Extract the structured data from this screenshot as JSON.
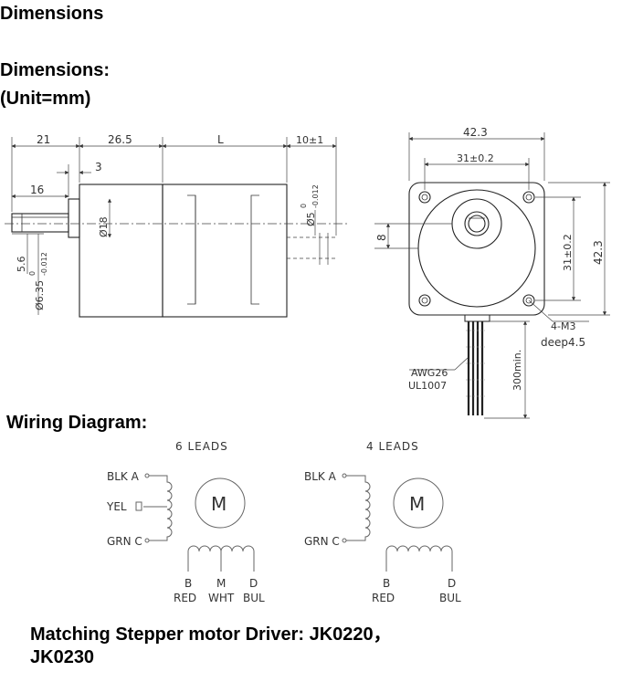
{
  "page": {
    "title": "Dimensions",
    "dimensions_heading": "Dimensions:",
    "unit_note": "(Unit=mm)",
    "wiring_heading": "Wiring Diagram:",
    "driver_line1": "Matching Stepper motor Driver: JK0220，",
    "driver_line2": "JK0230"
  },
  "side_view": {
    "dim_21": "21",
    "dim_26_5": "26.5",
    "dim_L": "L",
    "dim_10": "10±1",
    "dim_3": "3",
    "dim_16": "16",
    "dim_d18": "Ø18",
    "dim_d5": "Ø5",
    "dim_d5_tol_top": "0",
    "dim_d5_tol_bot": "-0.012",
    "dim_5_6": "5.6",
    "dim_d6_35": "Ø6.35",
    "dim_d6_35_tol_top": "0",
    "dim_d6_35_tol_bot": "-0.012"
  },
  "front_view": {
    "dim_42_3_top": "42.3",
    "dim_31_top": "31±0.2",
    "dim_8": "8",
    "dim_31_side": "31±0.2",
    "dim_42_3_side": "42.3",
    "hole_label": "4-M3",
    "hole_depth": "deep4.5",
    "wire_gauge": "AWG26",
    "wire_standard": "UL1007",
    "lead_length": "300min."
  },
  "wiring": {
    "six_leads": {
      "title": "6 LEADS",
      "blk": "BLK A",
      "yel": "YEL",
      "grn": "GRN C",
      "motor": "M",
      "term_b": "B",
      "term_m": "M",
      "term_d": "D",
      "color_red": "RED",
      "color_wht": "WHT",
      "color_bul": "BUL"
    },
    "four_leads": {
      "title": "4 LEADS",
      "blk": "BLK A",
      "grn": "GRN C",
      "motor": "M",
      "term_b": "B",
      "term_d": "D",
      "color_red": "RED",
      "color_bul": "BUL"
    }
  }
}
